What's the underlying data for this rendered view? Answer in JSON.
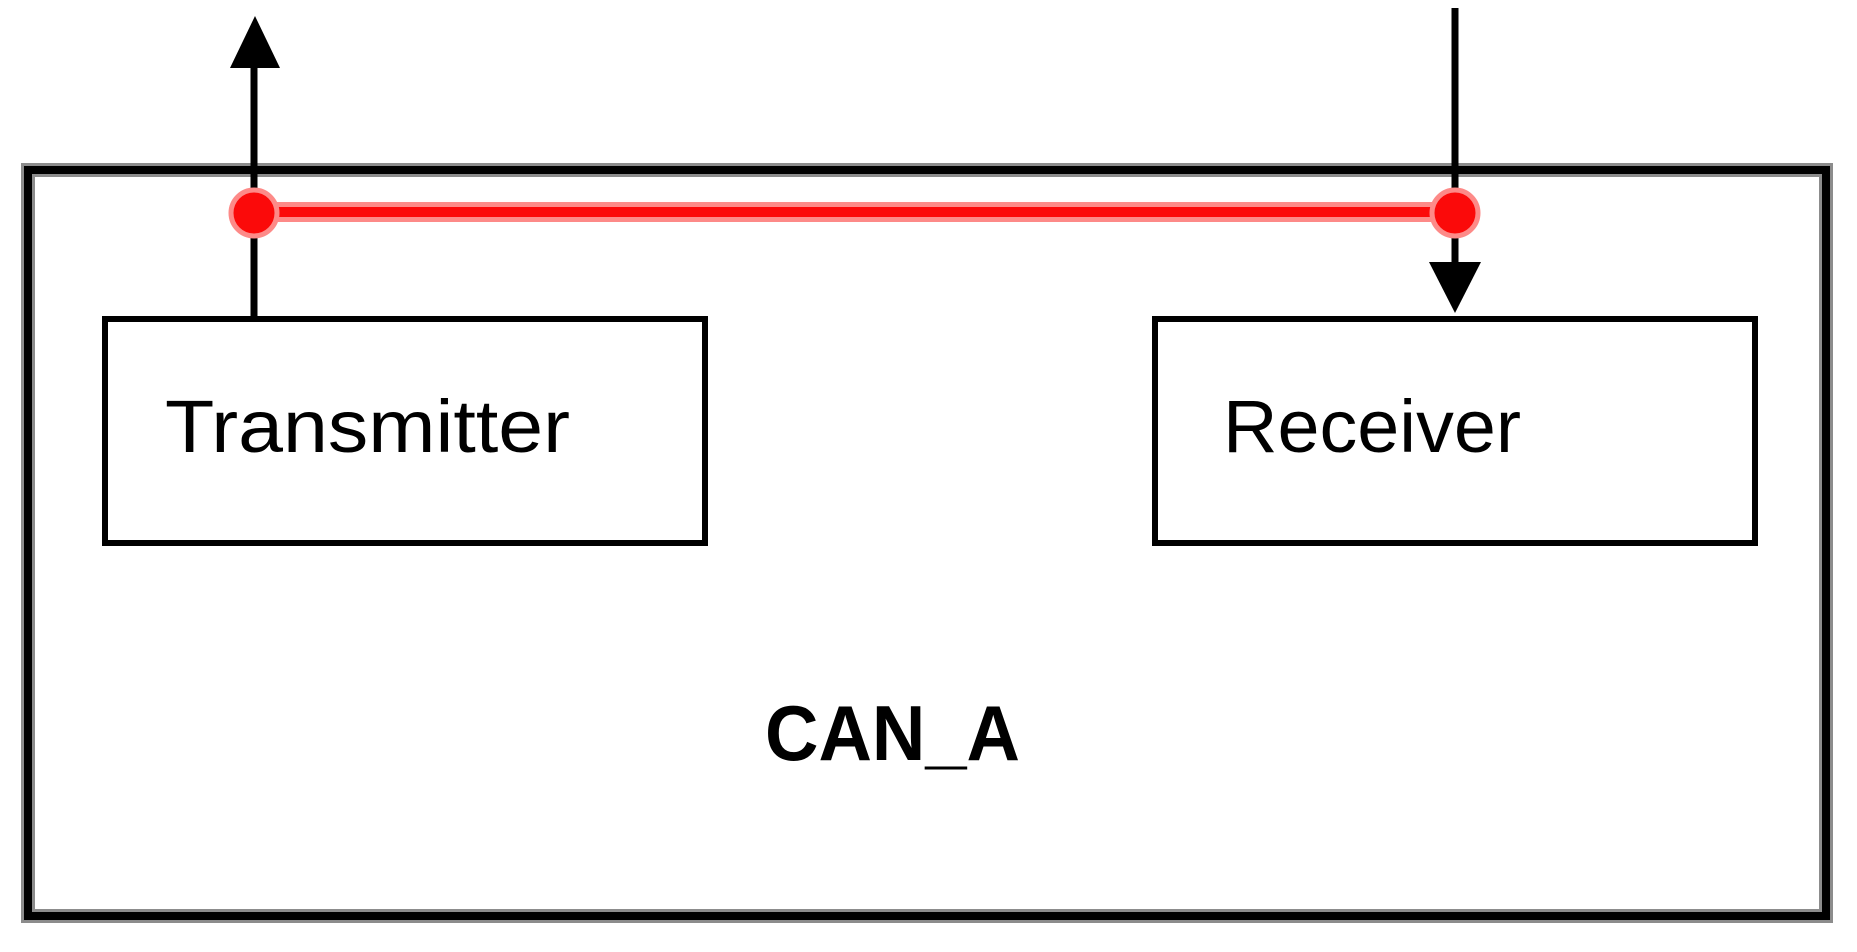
{
  "diagram": {
    "type": "block-diagram",
    "container": {
      "label": "CAN_A"
    },
    "blocks": [
      {
        "id": "transmitter",
        "label": "Transmitter"
      },
      {
        "id": "receiver",
        "label": "Receiver"
      }
    ],
    "bus": {
      "color": "#fb0a0a",
      "halo_color": "#fd8a88",
      "node_dot_color": "#fb0a0a"
    },
    "icons": {
      "up_arrow": "transmit-up-arrow",
      "down_arrow": "receive-down-arrow",
      "bus_nodes": "red-circle-connection-dots"
    },
    "colors": {
      "line_black": "#000000",
      "outer_border_black": "#000000",
      "outer_border_fringe_gray": "#8c8c8c",
      "background": "#ffffff"
    }
  }
}
